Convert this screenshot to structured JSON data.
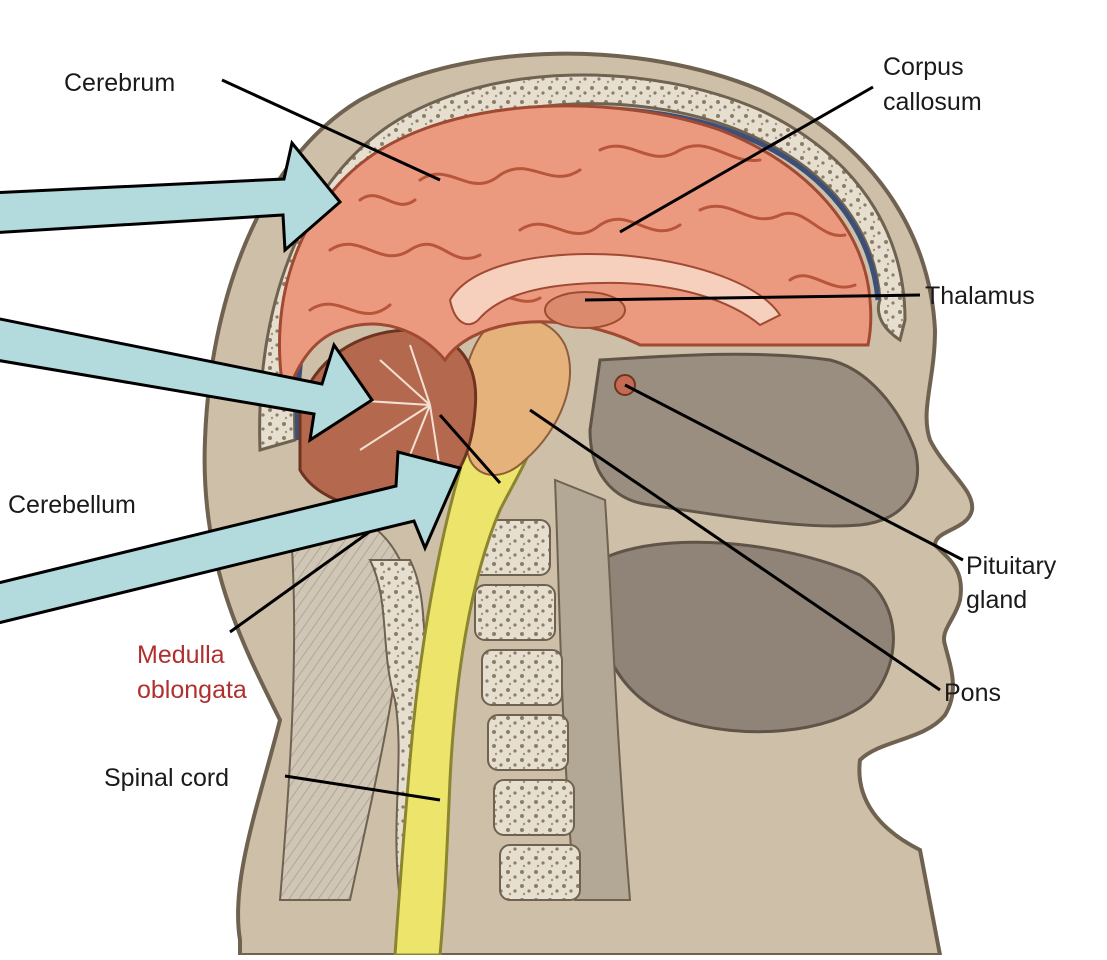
{
  "labels": {
    "cerebrum": "Cerebrum",
    "corpus_callosum_line1": "Corpus",
    "corpus_callosum_line2": "callosum",
    "thalamus": "Thalamus",
    "cerebellum": "Cerebellum",
    "pituitary_line1": "Pituitary",
    "pituitary_line2": "gland",
    "medulla_line1": "Medulla",
    "medulla_line2": "oblongata",
    "pons": "Pons",
    "spinal_cord": "Spinal cord"
  },
  "colors": {
    "arrow_fill": "#b3dadc",
    "brain": "#e8907a",
    "cerebellum": "#b96a52",
    "spinal_cord": "#ecec6a",
    "tissue": "#c9bfae",
    "bone": "#e9e3d6",
    "medulla_label": "#b03030"
  }
}
